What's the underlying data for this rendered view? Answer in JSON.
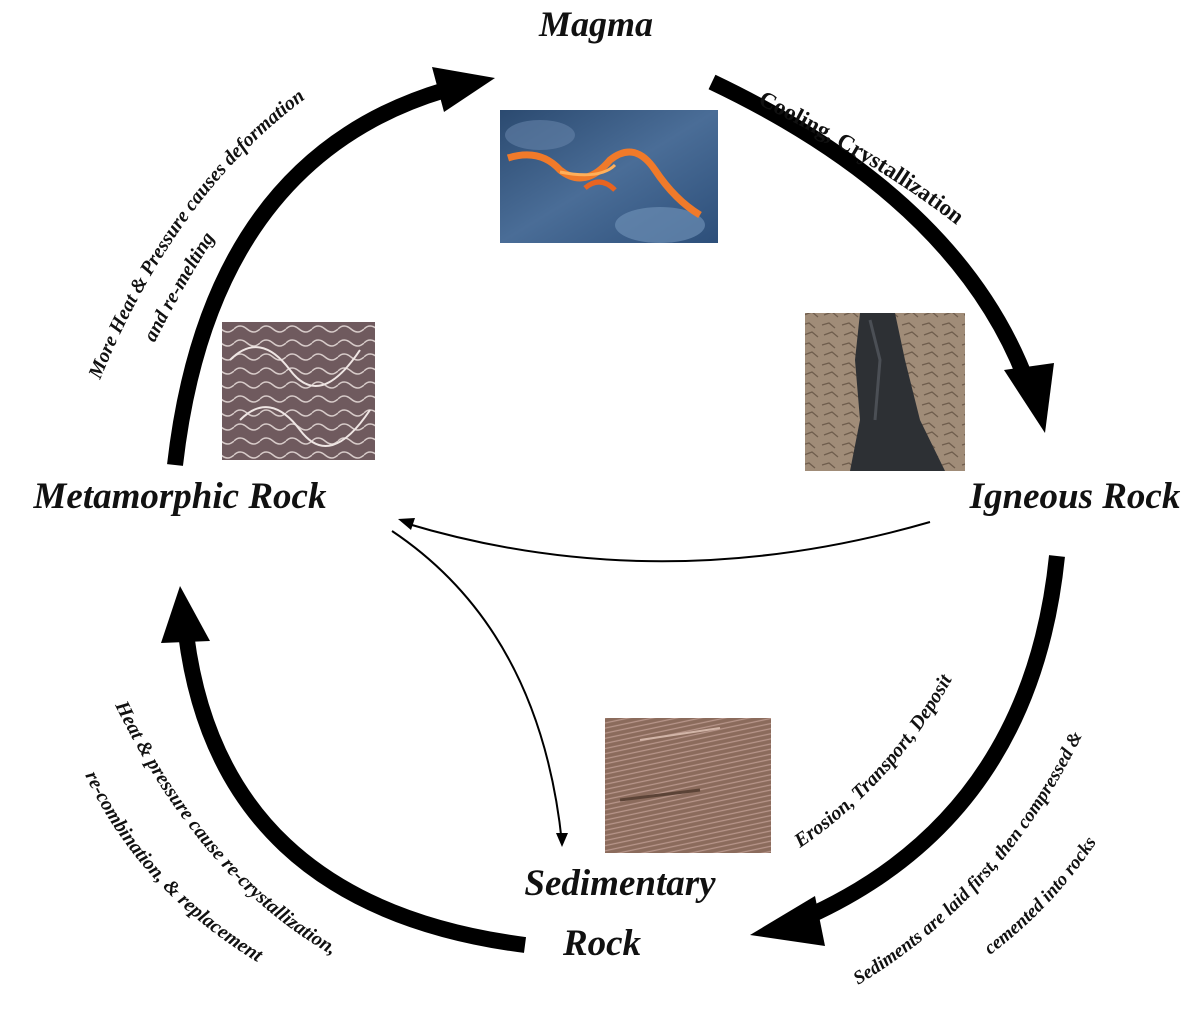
{
  "nodes": {
    "magma": "Magma",
    "igneous": "Igneous Rock",
    "metamorphic": "Metamorphic Rock",
    "sedimentary_line1": "Sedimentary",
    "sedimentary_line2": "Rock"
  },
  "edges": {
    "cooling": "Cooling, Crystallization",
    "heat_melting_line1": "More Heat & Pressure causes deformation",
    "heat_melting_line2": "and re-melting",
    "erosion": "Erosion, Transport, Deposit",
    "sediments_line1": "Sediments are laid first, then compressed &",
    "sediments_line2": "cemented into rocks",
    "recrystallization_line1": "Heat & pressure cause re-crystallization,",
    "recrystallization_line2": "re-combination, & replacement"
  },
  "images": {
    "magma": "lava-photo",
    "igneous": "igneous-rock-photo",
    "metamorphic": "metamorphic-rock-photo",
    "sedimentary": "sedimentary-rock-photo"
  },
  "colors": {
    "arrow": "#000000",
    "text": "#111111",
    "lava_glow": "#f07a2a",
    "lava_rock": "#3d5d86"
  }
}
